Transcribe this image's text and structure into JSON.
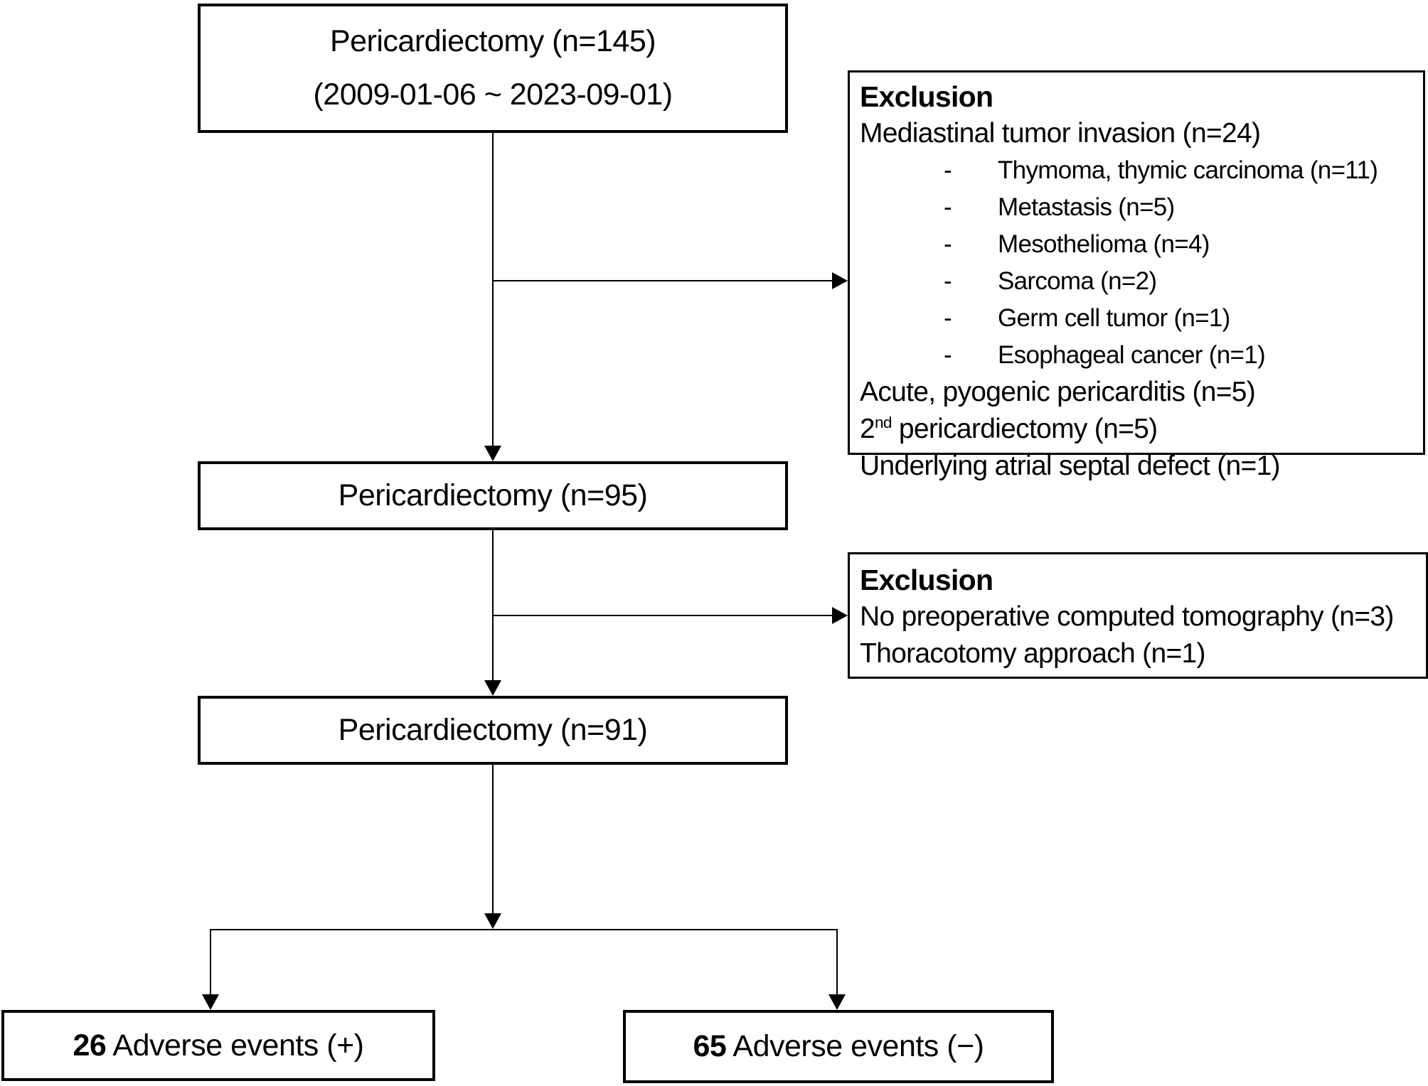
{
  "diagram_title": "Pericardiectomy patient flow diagram",
  "colors": {
    "background": "#ffffff",
    "line": "#000000",
    "text": "#000000"
  },
  "boxes": {
    "cohort1": {
      "line1": "Pericardiectomy (n=145)",
      "line2": "(2009-01-06 ~ 2023-09-01)"
    },
    "exclusion1": {
      "heading": "Exclusion",
      "line1": "Mediastinal tumor invasion (n=24)",
      "bullet": "-",
      "sub_items": [
        "Thymoma, thymic carcinoma (n=11)",
        "Metastasis (n=5)",
        "Mesothelioma (n=4)",
        "Sarcoma (n=2)",
        "Germ cell tumor (n=1)",
        "Esophageal cancer (n=1)"
      ],
      "line2": "Acute, pyogenic pericarditis (n=5)",
      "line3_prefix": "2",
      "line3_sup": "nd",
      "line3_rest": " pericardiectomy (n=5)",
      "line4": "Underlying atrial septal defect (n=1)"
    },
    "cohort2": {
      "line1": "Pericardiectomy (n=95)"
    },
    "exclusion2": {
      "heading": "Exclusion",
      "line1": "No preoperative computed tomography (n=3)",
      "line2": "Thoracotomy approach (n=1)"
    },
    "cohort3": {
      "line1": "Pericardiectomy (n=91)"
    },
    "adverse_positive": {
      "count": "26",
      "label": " Adverse events (+)"
    },
    "adverse_negative": {
      "count": "65",
      "label": " Adverse events (−)"
    }
  }
}
